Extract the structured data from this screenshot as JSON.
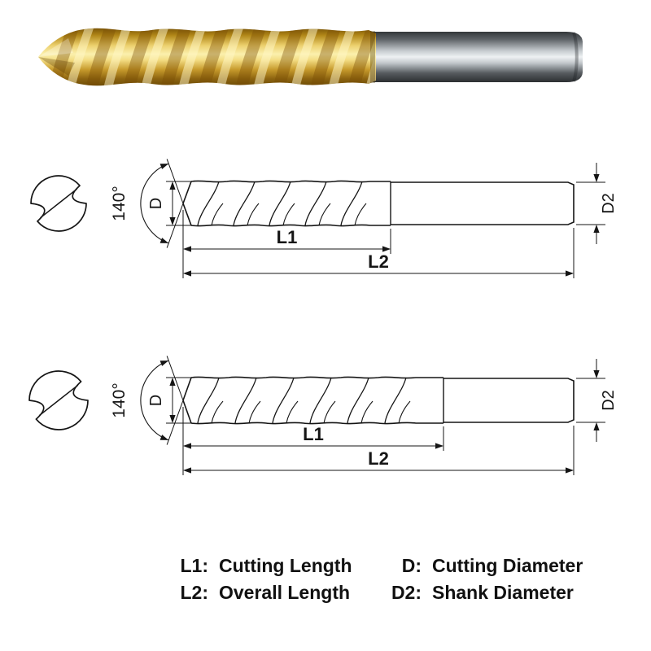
{
  "photo": {
    "description": "gold titanium-coated twist drill with gray cylindrical shank",
    "flute_color": "#e8c04a",
    "shank_color": "#aab0b4"
  },
  "colors": {
    "line": "#151515",
    "background": "#ffffff"
  },
  "diagrams": [
    {
      "angle_label": "140°",
      "d_label": "D",
      "l1_label": "L1",
      "l2_label": "L2",
      "d2_label": "D2"
    },
    {
      "angle_label": "140°",
      "d_label": "D",
      "l1_label": "L1",
      "l2_label": "L2",
      "d2_label": "D2"
    }
  ],
  "legend": {
    "rows": [
      {
        "left_key": "L1:",
        "left_value": "Cutting Length",
        "right_key": "D:",
        "right_value": "Cutting Diameter"
      },
      {
        "left_key": "L2:",
        "left_value": "Overall Length",
        "right_key": "D2:",
        "right_value": "Shank Diameter"
      }
    ]
  }
}
